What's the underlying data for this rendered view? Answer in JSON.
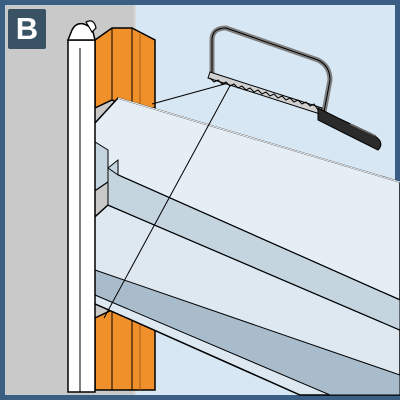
{
  "step": {
    "label": "B"
  },
  "colors": {
    "border": "#3a5e84",
    "wall": "#c9c9c9",
    "wall_edge": "#d9d9d9",
    "sky": "#d7e7f3",
    "vinyl_trim": "#ffffff",
    "wood_strip": "#f0902b",
    "beam_top": "#e5edf5",
    "beam_face": "#c4d5e0",
    "beam_shadow": "#a9bccb",
    "saw_frame": "#7f7f7f",
    "saw_handle": "#2b2b2b",
    "badge": "#3a5364"
  },
  "icons": {
    "tool": "hacksaw-icon",
    "material": "trim-board",
    "connector": "cut-guide-lines"
  }
}
